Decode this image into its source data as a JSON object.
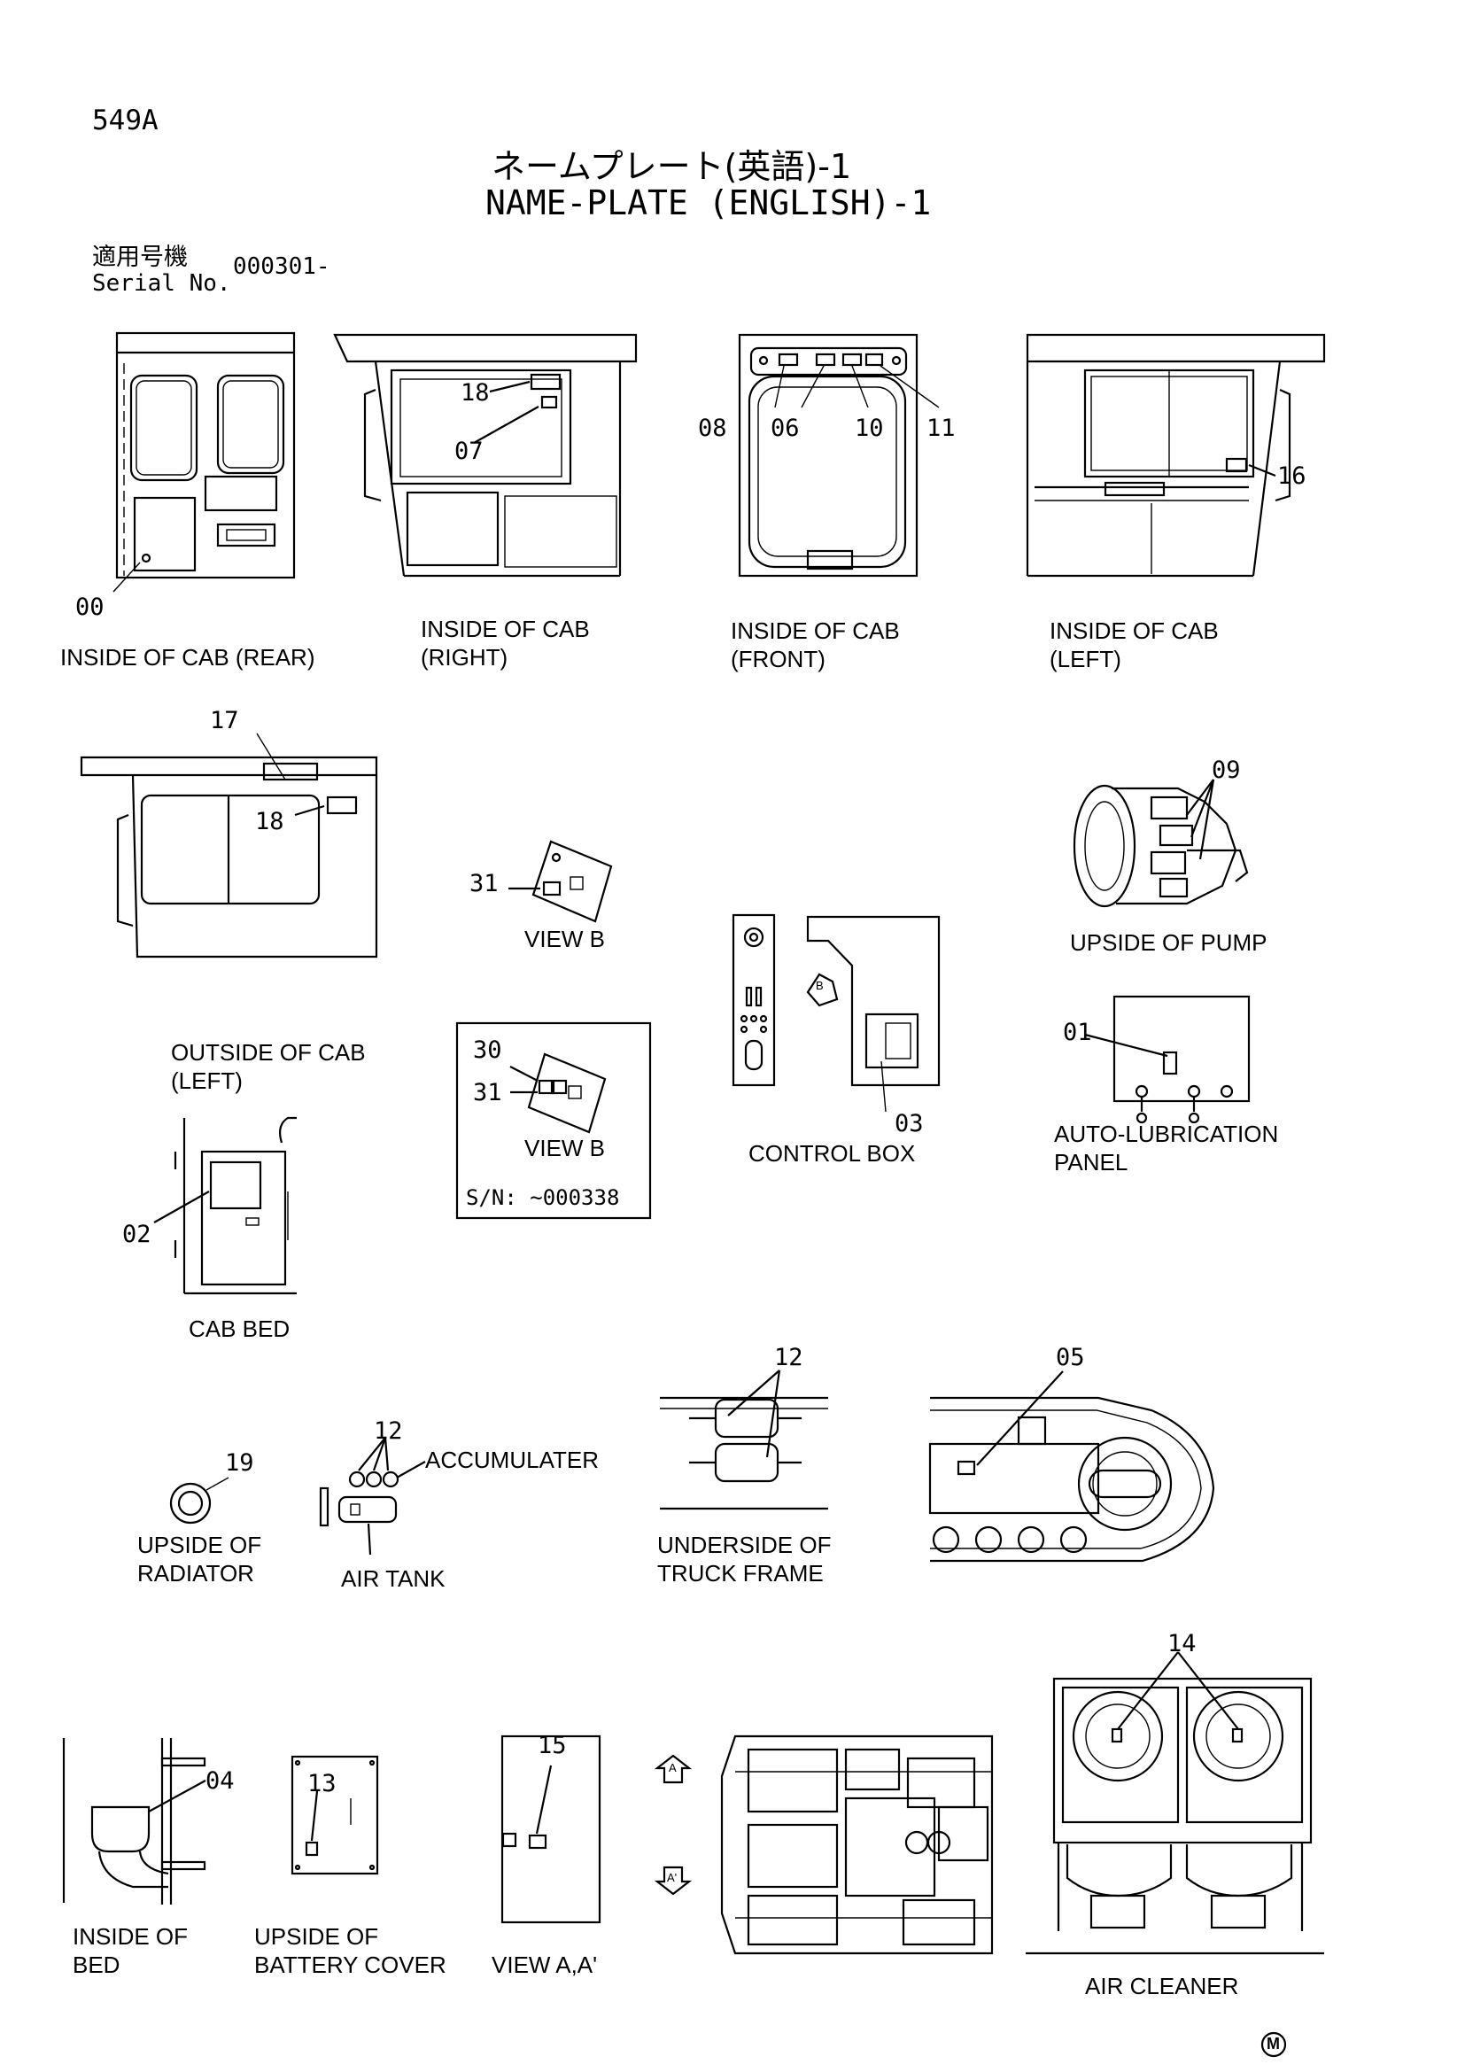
{
  "page_code": "549A",
  "title_jp": "ネームプレート(英語)-1",
  "title_en": "NAME-PLATE (ENGLISH)-1",
  "serial": {
    "label_jp": "適用号機",
    "label_en": "Serial No.",
    "value": "000301-"
  },
  "views": {
    "cab_rear": "INSIDE OF CAB (REAR)",
    "cab_right": [
      "INSIDE OF CAB",
      "(RIGHT)"
    ],
    "cab_front": [
      "INSIDE OF CAB",
      "(FRONT)"
    ],
    "cab_left": [
      "INSIDE OF CAB",
      "(LEFT)"
    ],
    "cab_outside_left": [
      "OUTSIDE OF CAB",
      "(LEFT)"
    ],
    "view_b": "VIEW B",
    "view_b_box": "VIEW B",
    "view_b_sn": "S/N: ~000338",
    "control_box": "CONTROL BOX",
    "pump": "UPSIDE OF PUMP",
    "lube": [
      "AUTO-LUBRICATION",
      "PANEL"
    ],
    "cab_bed": "CAB BED",
    "radiator": [
      "UPSIDE OF",
      "RADIATOR"
    ],
    "accumulater": "ACCUMULATER",
    "air_tank": "AIR TANK",
    "truck_frame": [
      "UNDERSIDE OF",
      "TRUCK FRAME"
    ],
    "bed": [
      "INSIDE OF",
      "BED"
    ],
    "battery": [
      "UPSIDE OF",
      "BATTERY COVER"
    ],
    "view_aa": "VIEW A,A'",
    "air_cleaner": "AIR CLEANER",
    "arrow_a": "A",
    "arrow_a2": "A'",
    "arrow_b": "B",
    "mark_m": "M"
  },
  "callouts": {
    "c00": "00",
    "c01": "01",
    "c02": "02",
    "c03": "03",
    "c04": "04",
    "c05": "05",
    "c06": "06",
    "c07": "07",
    "c08": "08",
    "c09": "09",
    "c10": "10",
    "c11": "11",
    "c12a": "12",
    "c12b": "12",
    "c13": "13",
    "c14": "14",
    "c15": "15",
    "c16": "16",
    "c17": "17",
    "c18a": "18",
    "c18b": "18",
    "c19": "19",
    "c30": "30",
    "c31a": "31",
    "c31b": "31"
  }
}
